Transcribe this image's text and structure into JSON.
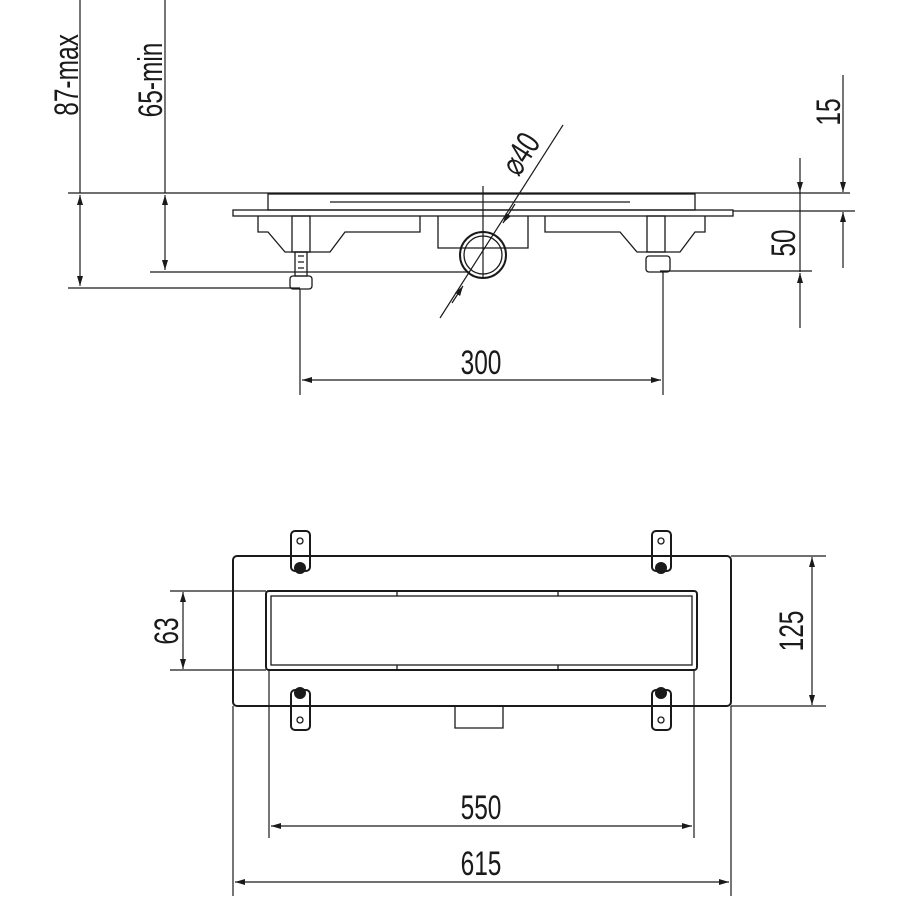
{
  "side_view": {
    "height_max": "87-max",
    "height_min": "65-min",
    "pipe_diameter": "⌀40",
    "flange_height": "15",
    "body_height": "50",
    "feet_spacing": "300"
  },
  "top_view": {
    "grate_width": "63",
    "plate_width": "125",
    "grate_length": "550",
    "plate_length": "615"
  },
  "colors": {
    "line": "#1a1a1a",
    "background": "#ffffff"
  }
}
